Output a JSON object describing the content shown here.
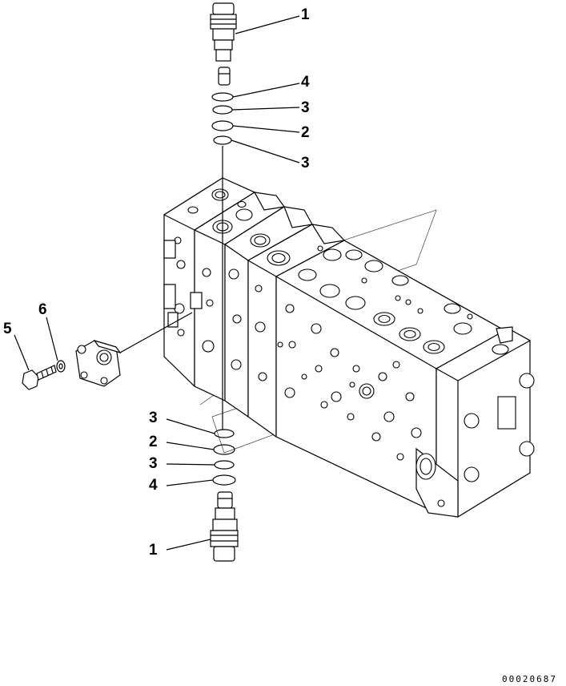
{
  "diagram": {
    "callouts": [
      {
        "id": "c1-top",
        "label": "1"
      },
      {
        "id": "c4-top",
        "label": "4"
      },
      {
        "id": "c3-top-a",
        "label": "3"
      },
      {
        "id": "c2-top",
        "label": "2"
      },
      {
        "id": "c3-top-b",
        "label": "3"
      },
      {
        "id": "c6",
        "label": "6"
      },
      {
        "id": "c5",
        "label": "5"
      },
      {
        "id": "c3-bot-a",
        "label": "3"
      },
      {
        "id": "c2-bot",
        "label": "2"
      },
      {
        "id": "c3-bot-b",
        "label": "3"
      },
      {
        "id": "c4-bot",
        "label": "4"
      },
      {
        "id": "c1-bot",
        "label": "1"
      }
    ],
    "catalog_number": "00020687"
  }
}
